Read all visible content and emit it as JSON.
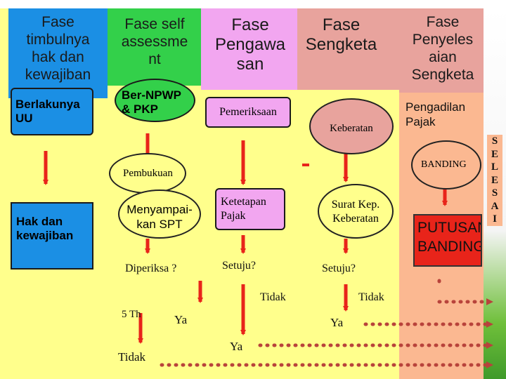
{
  "headers": {
    "col1": [
      "Fase",
      "timbulnya",
      "hak dan",
      "kewajiban"
    ],
    "col2": [
      "Fase self",
      "assessme",
      "nt"
    ],
    "col3": [
      "Fase",
      "Pengawa",
      "san"
    ],
    "col4": [
      "Fase",
      "Sengketa"
    ],
    "col5": [
      "Fase",
      "Penyeles",
      "aian",
      "Sengketa"
    ]
  },
  "boxes": {
    "berlakunya": [
      "Berlakunya",
      "UU"
    ],
    "ber_npwp": [
      "Ber-NPWP",
      "& PKP"
    ],
    "pemeriksaan": "Pemeriksaan",
    "keberatan": "Keberatan",
    "pengadilan": [
      "Pengadilan",
      "Pajak"
    ],
    "banding": "BANDING",
    "pembukuan": "Pembukuan",
    "hak_kewajiban": [
      "Hak dan",
      "kewajiban"
    ],
    "menyampaikan": [
      "Menyampai-",
      "kan SPT"
    ],
    "ketetapan": [
      "Ketetapan",
      "Pajak"
    ],
    "surat_kep": [
      "Surat Kep.",
      "Keberatan"
    ],
    "putusan": [
      "PUTUSAN",
      "BANDING"
    ]
  },
  "labels": {
    "diperiksa": "Diperiksa ?",
    "setuju1": "Setuju?",
    "setuju2": "Setuju?",
    "tidak1": "Tidak",
    "tidak2": "Tidak",
    "tidak3": "Tidak",
    "five_th": "5 Th",
    "ya1": "Ya",
    "ya2": "Ya",
    "ya3": "Ya"
  },
  "selesai": [
    "S",
    "E",
    "L",
    "E",
    "S",
    "A",
    "I"
  ],
  "colors": {
    "col1": "#1b8fe4",
    "col2": "#33d04a",
    "col3": "#f2a6f0",
    "col4": "#e8a39d",
    "col5": "#fbb891",
    "yellow": "#ffff8c",
    "arrow_red": "#e8241a",
    "dots": "#b8433b"
  }
}
